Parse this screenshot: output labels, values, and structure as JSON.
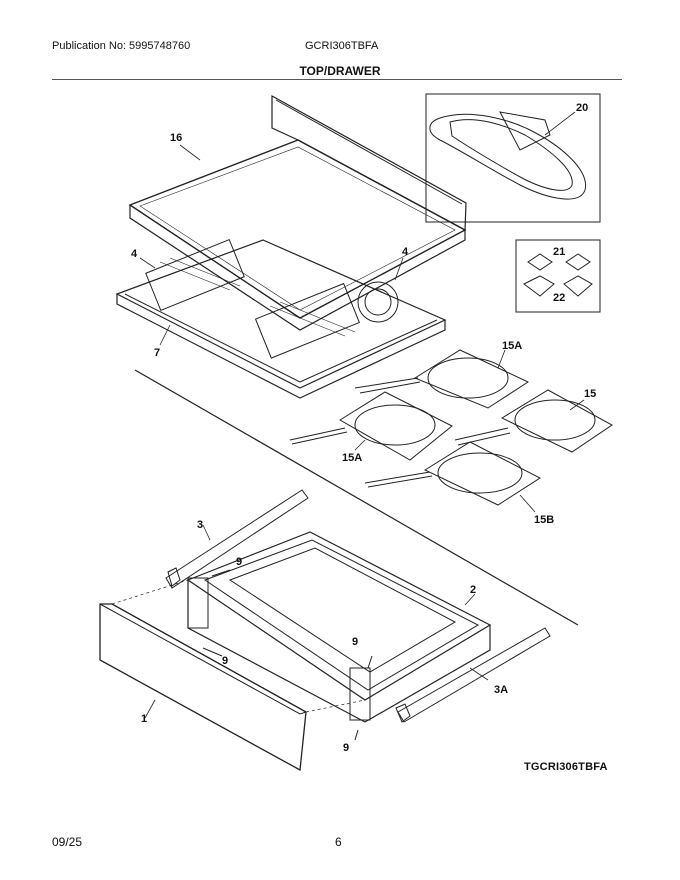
{
  "header": {
    "publication": "Publication No: 5995748760",
    "model": "GCRI306TBFA",
    "section": "TOP/DRAWER"
  },
  "callouts": [
    "16",
    "20",
    "21",
    "22",
    "4",
    "4",
    "7",
    "15A",
    "15",
    "15A",
    "15B",
    "3",
    "9",
    "2",
    "9",
    "9",
    "1",
    "3A",
    "9"
  ],
  "diagram_code": "TGCRI306TBFA",
  "footer": {
    "date": "09/25",
    "page": "6"
  }
}
